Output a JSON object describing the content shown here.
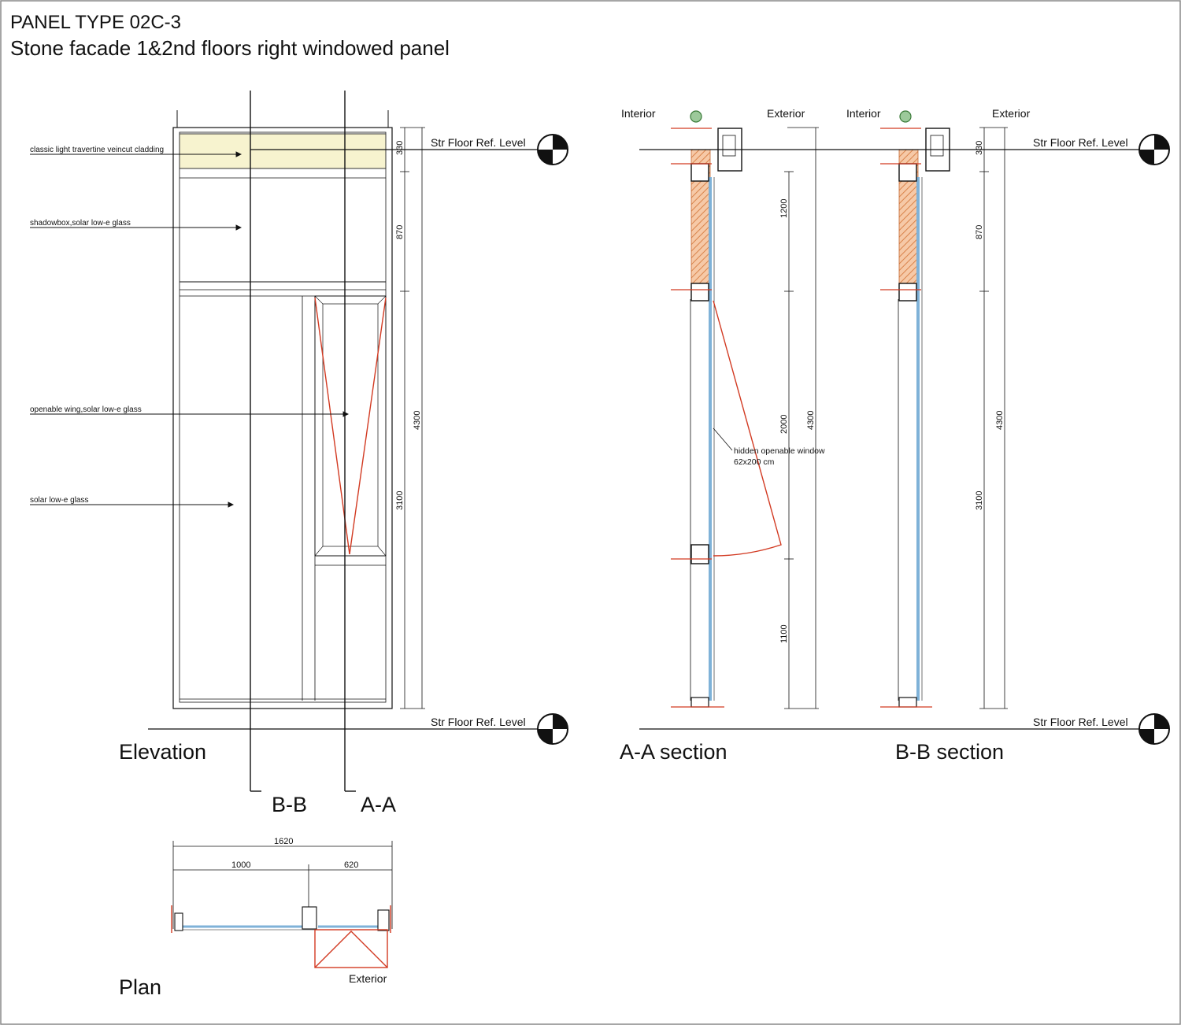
{
  "title": {
    "line1": "PANEL TYPE 02C-3",
    "line2": "Stone facade 1&2nd floors right windowed panel"
  },
  "elevation": {
    "caption": "Elevation",
    "level_label": "Str Floor Ref. Level",
    "callouts": {
      "cladding": "classic light travertine veincut cladding",
      "shadowbox": "shadowbox,solar low-e glass",
      "openable": "openable wing,solar low-e glass",
      "glass": "solar low-e glass"
    },
    "dims": {
      "d330": "330",
      "d870": "870",
      "d3100": "3100",
      "d4300": "4300"
    },
    "section_marks": {
      "bb": "B-B",
      "aa": "A-A"
    }
  },
  "plan": {
    "caption": "Plan",
    "dims": {
      "overall": "1620",
      "left": "1000",
      "right": "620"
    },
    "exterior": "Exterior"
  },
  "section_aa": {
    "caption": "A-A section",
    "interior": "Interior",
    "exterior": "Exterior",
    "level_label": "Str Floor Ref. Level",
    "dims": {
      "d1200": "1200",
      "d2000": "2000",
      "d1100": "1100",
      "d4300": "4300"
    },
    "note_line1": "hidden openable window",
    "note_line2": "62x200 cm"
  },
  "section_bb": {
    "caption": "B-B section",
    "interior": "Interior",
    "exterior": "Exterior",
    "level_label": "Str Floor Ref. Level",
    "dims": {
      "d330": "330",
      "d870": "870",
      "d3100": "3100",
      "d4300": "4300"
    }
  },
  "colors": {
    "line": "#111111",
    "cladding": "#f7f3cf",
    "glass": "#7fb2d8",
    "insulation": "#e0956a",
    "red": "#d23a22",
    "anchor": "#9cc99a"
  }
}
